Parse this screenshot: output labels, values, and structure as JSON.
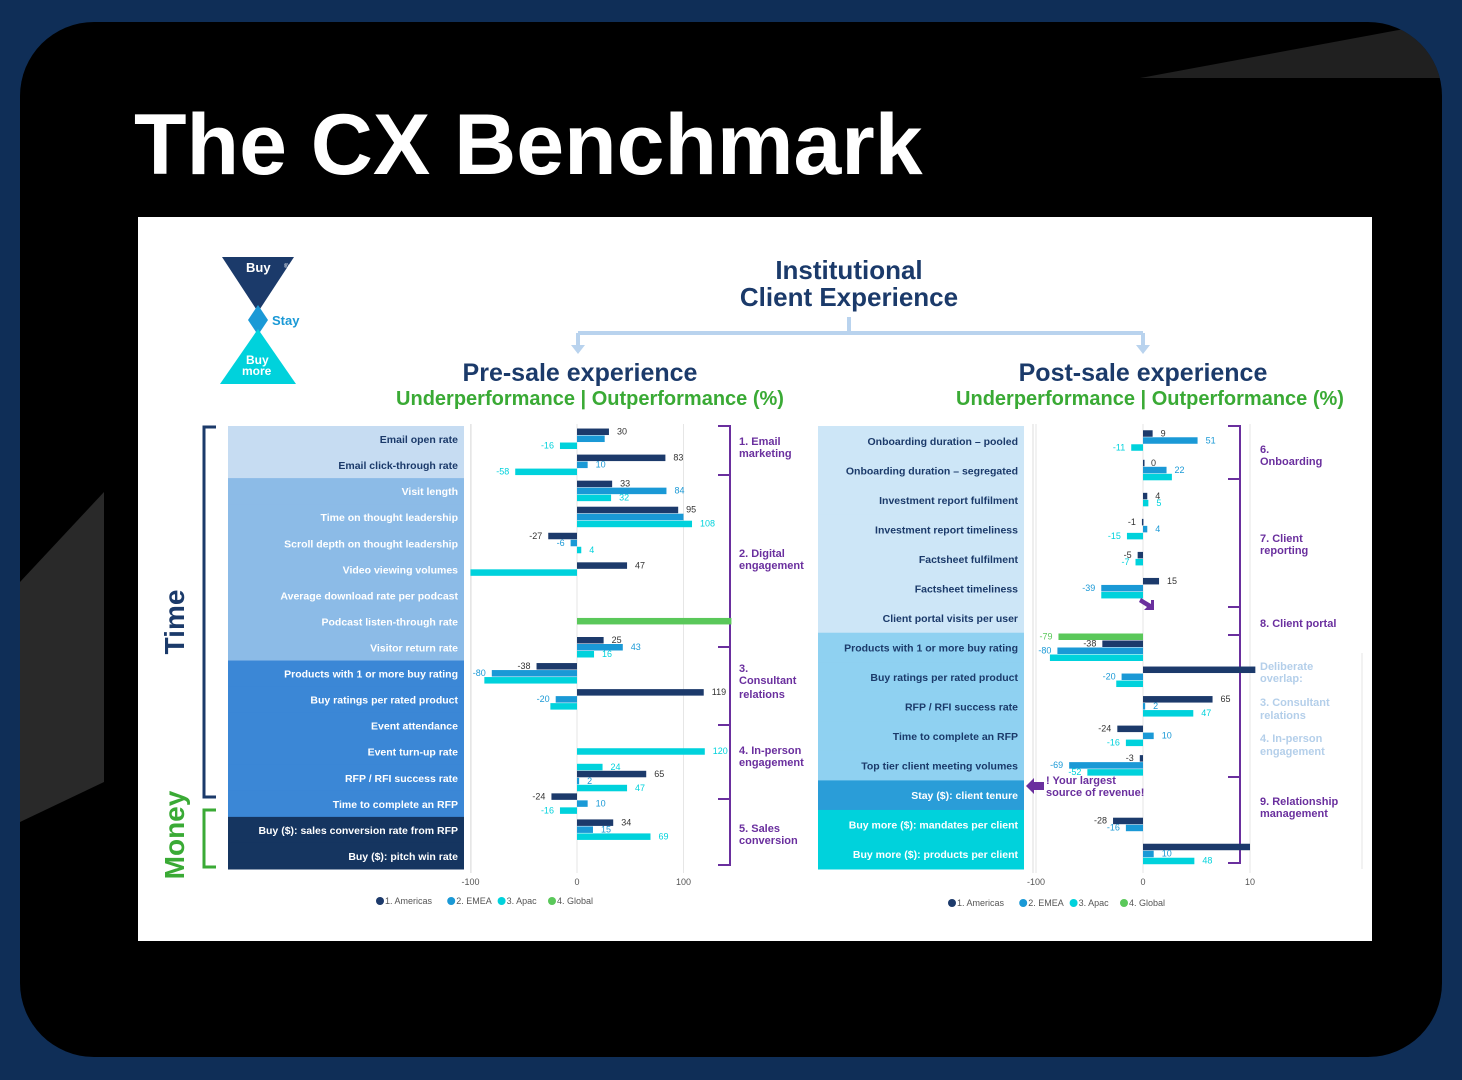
{
  "page": {
    "title": "The CX Benchmark"
  },
  "logo": {
    "buy": "Buy",
    "stay": "Stay",
    "buy_more_1": "Buy",
    "buy_more_2": "more",
    "registered": "®"
  },
  "header": {
    "title_1": "Institutional",
    "title_2": "Client Experience"
  },
  "colors": {
    "americas": "#1c3a6b",
    "emea": "#1a99d6",
    "apac": "#00d2dc",
    "global": "#5ac85a",
    "purple": "#6a2f9e",
    "green": "#3aaa35",
    "navy": "#1b3a6a"
  },
  "side": {
    "time": "Time",
    "money": "Money"
  },
  "legend": [
    "1. Americas",
    "2. EMEA",
    "3. Apac",
    "4. Global"
  ],
  "chart_data": [
    {
      "type": "bar",
      "orientation": "horizontal",
      "title": "Pre-sale experience",
      "subtitle": "Underperformance | Outperformance (%)",
      "xlim": [
        -100,
        145
      ],
      "xticks": [
        "-100",
        "0",
        "100"
      ],
      "legend": "bottom",
      "series": [
        {
          "name": "1. Americas",
          "color": "#1c3a6b"
        },
        {
          "name": "2. EMEA",
          "color": "#1a99d6"
        },
        {
          "name": "3. Apac",
          "color": "#00d2dc"
        },
        {
          "name": "4. Global",
          "color": "#5ac85a"
        }
      ],
      "rows": [
        {
          "label": "Email open rate",
          "shade": "#c6dcf2",
          "bars": [
            {
              "s": 0,
              "v": 30,
              "lbl": "30"
            },
            {
              "s": 1,
              "v": 26,
              "lbl": ""
            },
            {
              "s": 2,
              "v": -16,
              "lbl": "-16"
            }
          ]
        },
        {
          "label": "Email click-through rate",
          "shade": "#c6dcf2",
          "bars": [
            {
              "s": 0,
              "v": 83,
              "lbl": "83"
            },
            {
              "s": 1,
              "v": 10,
              "lbl": "10"
            },
            {
              "s": 2,
              "v": -58,
              "lbl": "-58"
            }
          ]
        },
        {
          "label": "Visit length",
          "shade": "#8cbbe7",
          "bars": [
            {
              "s": 0,
              "v": 33,
              "lbl": "33"
            },
            {
              "s": 1,
              "v": 84,
              "lbl": "84"
            },
            {
              "s": 2,
              "v": 32,
              "lbl": "32"
            }
          ]
        },
        {
          "label": "Time on thought leadership",
          "shade": "#8cbbe7",
          "bars": [
            {
              "s": 0,
              "v": 95,
              "lbl": "95"
            },
            {
              "s": 1,
              "v": 100,
              "lbl": ""
            },
            {
              "s": 2,
              "v": 108,
              "lbl": "108"
            }
          ]
        },
        {
          "label": "Scroll depth on thought leadership",
          "shade": "#8cbbe7",
          "bars": [
            {
              "s": 0,
              "v": -27,
              "lbl": "-27"
            },
            {
              "s": 1,
              "v": -6,
              "lbl": "-6"
            },
            {
              "s": 2,
              "v": 4,
              "lbl": "4"
            }
          ]
        },
        {
          "label": "Video viewing volumes",
          "shade": "#8cbbe7",
          "bars": [
            {
              "s": 0,
              "v": 47,
              "lbl": "47"
            },
            {
              "s": 2,
              "v": -100,
              "lbl": ""
            }
          ]
        },
        {
          "label": "Average download rate per podcast",
          "shade": "#8cbbe7",
          "bars": []
        },
        {
          "label": "Podcast listen-through rate",
          "shade": "#8cbbe7",
          "bars": [
            {
              "s": 3,
              "v": 145,
              "lbl": ""
            }
          ]
        },
        {
          "label": "Visitor return rate",
          "shade": "#8cbbe7",
          "bars": [
            {
              "s": 0,
              "v": 25,
              "lbl": "25"
            },
            {
              "s": 1,
              "v": 43,
              "lbl": "43"
            },
            {
              "s": 2,
              "v": 16,
              "lbl": "16"
            }
          ]
        },
        {
          "label": "Products with 1 or more buy rating",
          "shade": "#3b87d6",
          "bars": [
            {
              "s": 0,
              "v": -38,
              "lbl": "-38"
            },
            {
              "s": 1,
              "v": -80,
              "lbl": "-80"
            },
            {
              "s": 2,
              "v": -87,
              "lbl": ""
            }
          ]
        },
        {
          "label": "Buy ratings per rated product",
          "shade": "#3b87d6",
          "bars": [
            {
              "s": 0,
              "v": 119,
              "lbl": "119"
            },
            {
              "s": 1,
              "v": -20,
              "lbl": "-20"
            },
            {
              "s": 2,
              "v": -25,
              "lbl": ""
            }
          ]
        },
        {
          "label": "Event attendance",
          "shade": "#3b87d6",
          "bars": []
        },
        {
          "label": "Event turn-up rate",
          "shade": "#3b87d6",
          "bars": [
            {
              "s": 2,
              "v": 120,
              "lbl": "120"
            }
          ]
        },
        {
          "label": "RFP / RFI success rate",
          "shade": "#3b87d6",
          "bars": [
            {
              "s": 2,
              "v": 24,
              "lbl": "24"
            },
            {
              "s": 0,
              "v": 65,
              "lbl": "65"
            },
            {
              "s": 1,
              "v": 2,
              "lbl": "2"
            },
            {
              "s": 2,
              "v": 47,
              "lbl": "47"
            }
          ]
        },
        {
          "label": "Time to complete an RFP",
          "shade": "#3b87d6",
          "bars": [
            {
              "s": 0,
              "v": -24,
              "lbl": "-24"
            },
            {
              "s": 1,
              "v": 10,
              "lbl": "10"
            },
            {
              "s": 2,
              "v": -16,
              "lbl": "-16"
            }
          ]
        },
        {
          "label": "Buy ($): sales conversion rate from RFP",
          "shade": "#153560",
          "bars": [
            {
              "s": 0,
              "v": 34,
              "lbl": "34"
            },
            {
              "s": 1,
              "v": 15,
              "lbl": "15"
            },
            {
              "s": 2,
              "v": 69,
              "lbl": "69"
            }
          ]
        },
        {
          "label": "Buy ($): pitch win rate",
          "shade": "#153560",
          "bars": []
        }
      ],
      "groups": [
        "1. Email marketing",
        "2. Digital engagement",
        "3. Consultant relations",
        "4. In-person engagement",
        "5. Sales conversion"
      ]
    },
    {
      "type": "bar",
      "orientation": "horizontal",
      "title": "Post-sale experience",
      "subtitle": "Underperformance | Outperformance (%)",
      "xlim": [
        -100,
        105
      ],
      "xticks": [
        "-100",
        "0",
        "10"
      ],
      "legend": "bottom",
      "series": [
        {
          "name": "1. Americas",
          "color": "#1c3a6b"
        },
        {
          "name": "2. EMEA",
          "color": "#1a99d6"
        },
        {
          "name": "3. Apac",
          "color": "#00d2dc"
        },
        {
          "name": "4. Global",
          "color": "#5ac85a"
        }
      ],
      "rows": [
        {
          "label": "Onboarding duration – pooled",
          "shade": "#cde6f7",
          "bars": [
            {
              "s": 0,
              "v": 9,
              "lbl": "9"
            },
            {
              "s": 1,
              "v": 51,
              "lbl": "51"
            },
            {
              "s": 2,
              "v": -11,
              "lbl": "-11"
            }
          ]
        },
        {
          "label": "Onboarding duration – segregated",
          "shade": "#cde6f7",
          "bars": [
            {
              "s": 0,
              "v": 0,
              "lbl": "0"
            },
            {
              "s": 1,
              "v": 22,
              "lbl": "22"
            },
            {
              "s": 2,
              "v": 27,
              "lbl": ""
            }
          ]
        },
        {
          "label": "Investment report fulfilment",
          "shade": "#cde6f7",
          "bars": [
            {
              "s": 0,
              "v": 4,
              "lbl": "4"
            },
            {
              "s": 2,
              "v": 5,
              "lbl": "5"
            }
          ]
        },
        {
          "label": "Investment report timeliness",
          "shade": "#cde6f7",
          "bars": [
            {
              "s": 0,
              "v": -1,
              "lbl": "-1"
            },
            {
              "s": 1,
              "v": 4,
              "lbl": "4"
            },
            {
              "s": 2,
              "v": -15,
              "lbl": "-15"
            }
          ]
        },
        {
          "label": "Factsheet fulfilment",
          "shade": "#cde6f7",
          "bars": [
            {
              "s": 0,
              "v": -5,
              "lbl": "-5"
            },
            {
              "s": 2,
              "v": -7,
              "lbl": "-7"
            }
          ]
        },
        {
          "label": "Factsheet timeliness",
          "shade": "#cde6f7",
          "bars": [
            {
              "s": 0,
              "v": 15,
              "lbl": "15"
            },
            {
              "s": 1,
              "v": -39,
              "lbl": "-39"
            },
            {
              "s": 2,
              "v": -39,
              "lbl": ""
            }
          ]
        },
        {
          "label": "Client portal visits per user",
          "shade": "#cde6f7",
          "bars": []
        },
        {
          "label": "Products with 1 or more buy rating",
          "shade": "#8fd1f1",
          "bars": [
            {
              "s": 3,
              "v": -79,
              "lbl": "-79"
            },
            {
              "s": 0,
              "v": -38,
              "lbl": "-38"
            },
            {
              "s": 1,
              "v": -80,
              "lbl": "-80"
            },
            {
              "s": 2,
              "v": -87,
              "lbl": ""
            }
          ]
        },
        {
          "label": "Buy ratings per rated product",
          "shade": "#8fd1f1",
          "bars": [
            {
              "s": 0,
              "v": 105,
              "lbl": ""
            },
            {
              "s": 1,
              "v": -20,
              "lbl": "-20"
            },
            {
              "s": 2,
              "v": -25,
              "lbl": ""
            }
          ]
        },
        {
          "label": "RFP / RFI success rate",
          "shade": "#8fd1f1",
          "bars": [
            {
              "s": 0,
              "v": 65,
              "lbl": "65"
            },
            {
              "s": 1,
              "v": 2,
              "lbl": "2"
            },
            {
              "s": 2,
              "v": 47,
              "lbl": "47"
            }
          ]
        },
        {
          "label": "Time to complete an RFP",
          "shade": "#8fd1f1",
          "bars": [
            {
              "s": 0,
              "v": -24,
              "lbl": "-24"
            },
            {
              "s": 1,
              "v": 10,
              "lbl": "10"
            },
            {
              "s": 2,
              "v": -16,
              "lbl": "-16"
            }
          ]
        },
        {
          "label": "Top tier client meeting volumes",
          "shade": "#8fd1f1",
          "bars": [
            {
              "s": 0,
              "v": -3,
              "lbl": "-3"
            },
            {
              "s": 1,
              "v": -69,
              "lbl": "-69"
            },
            {
              "s": 2,
              "v": -52,
              "lbl": "-52"
            }
          ]
        },
        {
          "label": "Stay ($): client tenure",
          "shade": "#2a9dd8",
          "bars": []
        },
        {
          "label": "Buy more ($): mandates per client",
          "shade": "#00d2dc",
          "bars": [
            {
              "s": 0,
              "v": -28,
              "lbl": "-28"
            },
            {
              "s": 1,
              "v": -16,
              "lbl": "-16"
            }
          ]
        },
        {
          "label": "Buy more ($): products per client",
          "shade": "#00d2dc",
          "bars": [
            {
              "s": 0,
              "v": 100,
              "lbl": ""
            },
            {
              "s": 1,
              "v": 10,
              "lbl": "10"
            },
            {
              "s": 2,
              "v": 48,
              "lbl": "48"
            }
          ]
        }
      ],
      "groups": [
        "6. Onboarding",
        "7. Client reporting",
        "8. Client portal",
        "Deliberate overlap:",
        "3. Consultant relations",
        "4. In-person engagement",
        "9. Relationship management"
      ],
      "annotations": [
        "! Your largest",
        "source of revenue!"
      ]
    }
  ]
}
